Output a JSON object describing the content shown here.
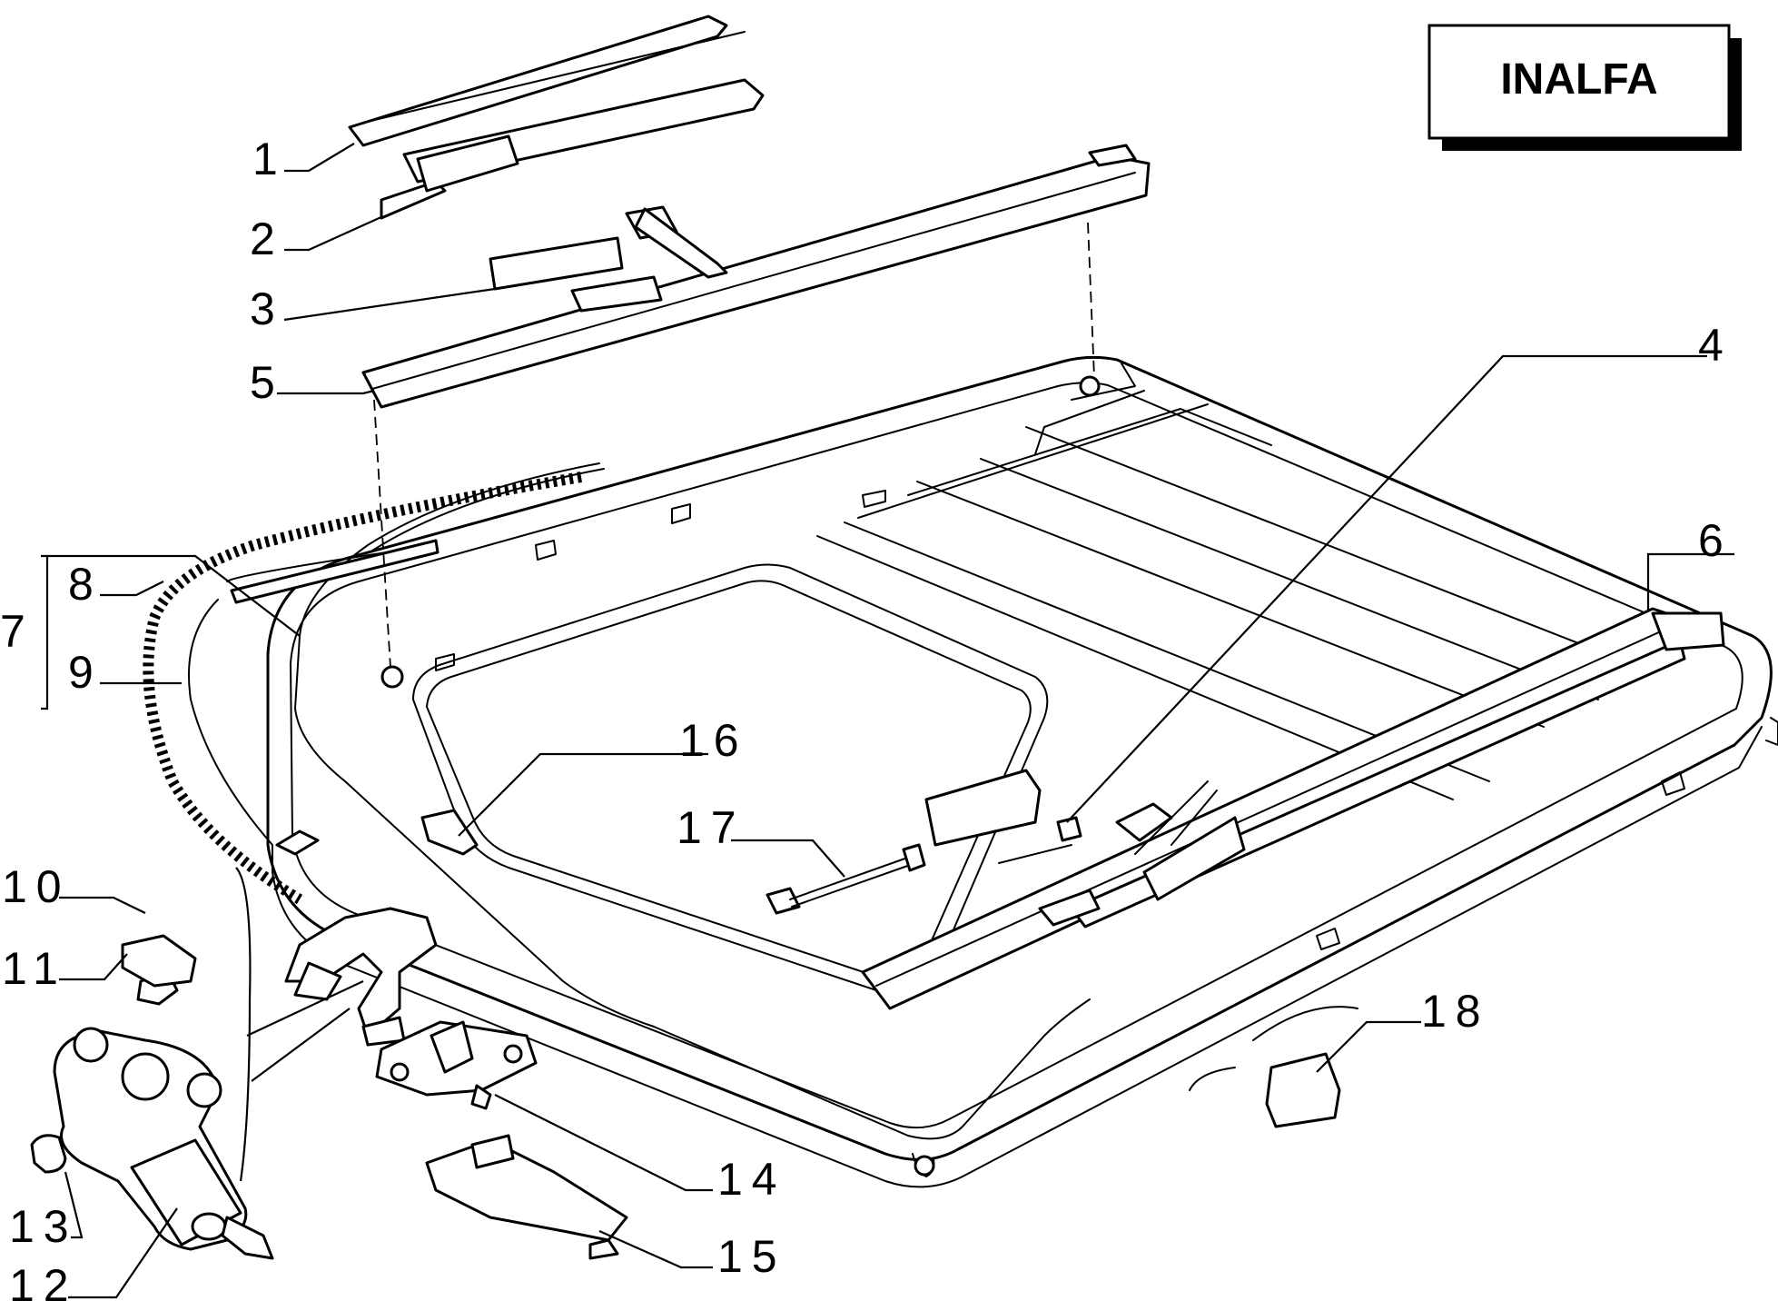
{
  "brand": {
    "label": "INALFA"
  },
  "callouts": {
    "c1": "1",
    "c2": "2",
    "c3": "3",
    "c4": "4",
    "c5": "5",
    "c6": "6",
    "c7": "7",
    "c8": "8",
    "c9": "9",
    "c10": "10",
    "c11": "11",
    "c12": "12",
    "c13": "13",
    "c14": "14",
    "c15": "15",
    "c16": "16",
    "c17": "17",
    "c18": "18"
  }
}
